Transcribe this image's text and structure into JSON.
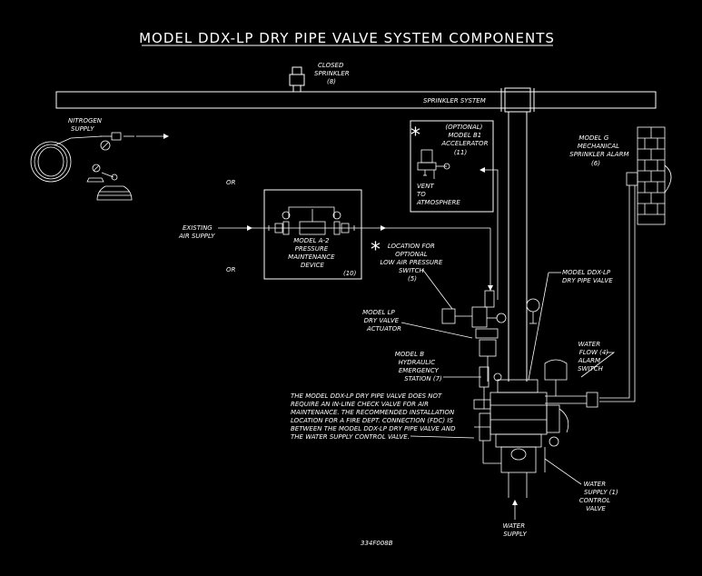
{
  "title": "MODEL DDX-LP DRY PIPE VALVE SYSTEM COMPONENTS",
  "drawing_number": "334F008B",
  "labels": {
    "closed_sprinkler": [
      "CLOSED",
      "SPRINKLER",
      "(8)"
    ],
    "sprinkler_system": "SPRINKLER SYSTEM",
    "nitrogen_supply": [
      "NITROGEN",
      "SUPPLY"
    ],
    "or_1": "OR",
    "or_2": "OR",
    "existing_air_supply": [
      "EXISTING",
      "AIR SUPPLY"
    ],
    "pressure_device": [
      "MODEL A-2",
      "PRESSURE",
      "MAINTENANCE",
      "DEVICE"
    ],
    "pressure_device_num": "(10)",
    "accelerator": [
      "(OPTIONAL)",
      "MODEL B1",
      "ACCELERATOR",
      "(11)"
    ],
    "vent": [
      "VENT",
      "TO",
      "ATMOSPHERE"
    ],
    "location_switch": [
      "LOCATION FOR",
      "OPTIONAL",
      "LOW AIR PRESSURE",
      "SWITCH",
      "(5)"
    ],
    "mech_alarm": [
      "MODEL G",
      "MECHANICAL",
      "SPRINKLER ALARM",
      "(6)"
    ],
    "ddx_valve": [
      "MODEL DDX-LP",
      "DRY PIPE VALVE"
    ],
    "actuator": [
      "MODEL LP",
      "DRY VALVE",
      "ACTUATOR"
    ],
    "emergency_station": [
      "MODEL B",
      "HYDRAULIC",
      "EMERGENCY",
      "STATION (7)"
    ],
    "flow_switch": [
      "WATER",
      "FLOW (4)",
      "ALARM",
      "SWITCH"
    ],
    "note": [
      "THE MODEL DDX-LP DRY PIPE VALVE DOES NOT",
      "REQUIRE AN IN-LINE CHECK VALVE FOR AIR",
      "MAINTENANCE.  THE RECOMMENDED INSTALLATION",
      "LOCATION FOR A FIRE DEPT. CONNECTION (FDC) IS",
      "BETWEEN THE MODEL DDX-LP DRY PIPE VALVE AND",
      "THE WATER SUPPLY CONTROL VALVE."
    ],
    "control_valve": [
      "WATER",
      "SUPPLY (1)",
      "CONTROL",
      "VALVE"
    ],
    "water_supply": [
      "WATER",
      "SUPPLY"
    ],
    "asterisk": "*"
  }
}
